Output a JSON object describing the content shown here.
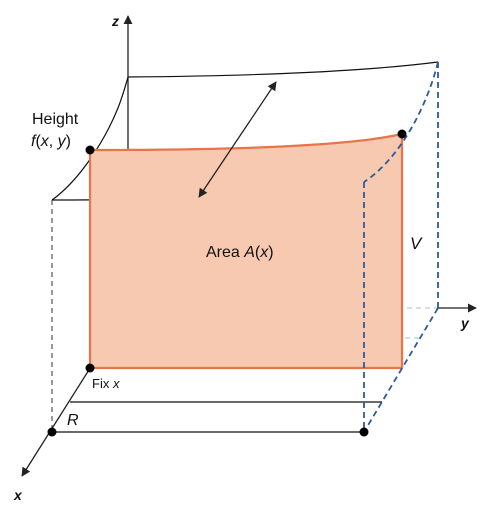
{
  "axes": {
    "z": "z",
    "y": "y",
    "x": "x"
  },
  "labels": {
    "height_word": "Height",
    "height_f": "f",
    "height_open": "(",
    "height_x": "x",
    "height_comma": ", ",
    "height_y": "y",
    "height_close": ")",
    "area_word": "Area ",
    "area_A": "A",
    "area_open": "(",
    "area_x": "x",
    "area_close": ")",
    "volume": "V",
    "fix_word": "Fix ",
    "fix_x": "x",
    "region": "R"
  },
  "colors": {
    "slice_fill": "#f6c9b0",
    "slice_edge": "#e8754a",
    "volume_dashes": "#2d5a9c",
    "points": "#000000"
  }
}
